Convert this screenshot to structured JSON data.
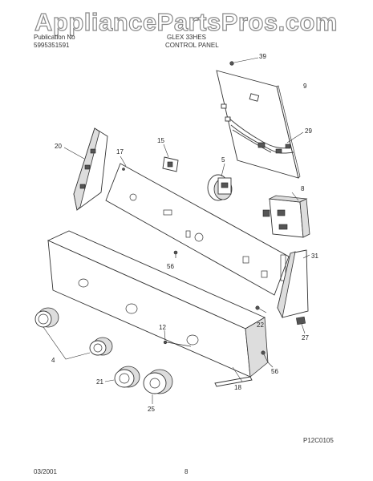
{
  "watermark": "AppliancePartsPros.com",
  "header": {
    "line1": "Publication No",
    "line2": "5995351591",
    "model": "GLEX 33HES",
    "title": "CONTROL PANEL"
  },
  "callouts": [
    "39",
    "9",
    "29",
    "20",
    "15",
    "17",
    "5",
    "8",
    "56",
    "31",
    "22",
    "12",
    "27",
    "4",
    "56",
    "21",
    "18",
    "25"
  ],
  "code": "P12C0105",
  "footer": {
    "date": "03/2001",
    "page": "8"
  }
}
